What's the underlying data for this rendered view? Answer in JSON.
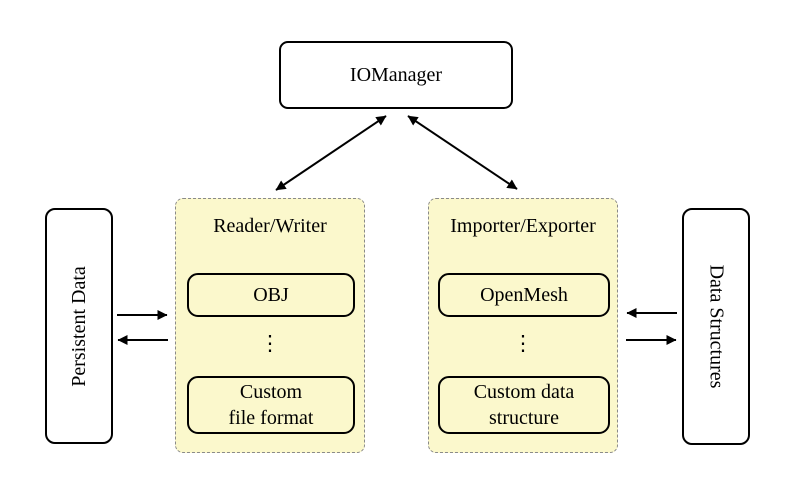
{
  "colors": {
    "group_fill": "#FBF8CC",
    "group_border": "#8A8A8A",
    "node_fill": "#FFFFFF",
    "node_border": "#000000",
    "arrow": "#000000"
  },
  "nodes": {
    "io_manager": "IOManager",
    "persistent_data": "Persistent Data",
    "data_structures": "Data Structures"
  },
  "groups": {
    "reader_writer": {
      "title": "Reader/Writer",
      "ellipsis": "⋮",
      "items": [
        {
          "lines": [
            "OBJ",
            ""
          ]
        },
        {
          "lines": [
            "Custom",
            "file format"
          ]
        }
      ]
    },
    "importer_exporter": {
      "title": "Importer/Exporter",
      "ellipsis": "⋮",
      "items": [
        {
          "lines": [
            "OpenMesh",
            ""
          ]
        },
        {
          "lines": [
            "Custom data",
            "structure"
          ]
        }
      ]
    }
  }
}
